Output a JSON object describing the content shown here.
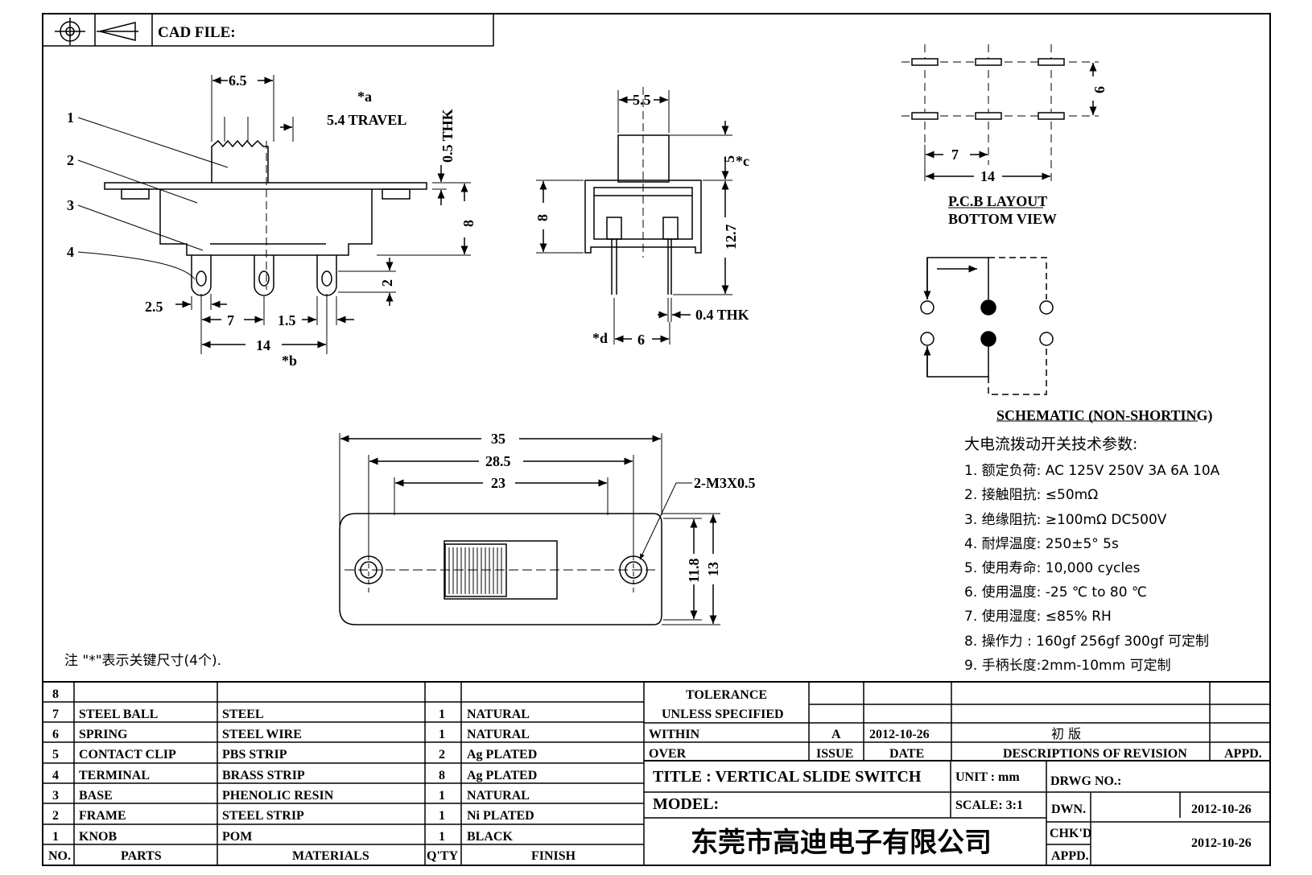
{
  "header": {
    "cad_file": "CAD FILE:"
  },
  "side_view": {
    "dim_6_5": "6.5",
    "travel": "5.4 TRAVEL",
    "mark_a": "*a",
    "thk_05": "0.5 THK",
    "dim_8": "8",
    "dim_2": "2",
    "dim_2_5": "2.5",
    "dim_7": "7",
    "dim_1_5": "1.5",
    "dim_14": "14",
    "mark_b": "*b",
    "labels": [
      "1",
      "2",
      "3",
      "4"
    ]
  },
  "end_view": {
    "dim_5_5": "5.5",
    "dim_5": "5",
    "mark_c": "*c",
    "dim_8": "8",
    "dim_12_7": "12.7",
    "thk_04": "0.4 THK",
    "dim_6": "6",
    "mark_d": "*d"
  },
  "pcb": {
    "dim_6": "6",
    "dim_7": "7",
    "dim_14": "14",
    "title": "P.C.B LAYOUT",
    "subtitle": "BOTTOM VIEW"
  },
  "schematic": {
    "title": "SCHEMATIC (NON-SHORTING)"
  },
  "specs": {
    "heading": "大电流拨动开关技术参数:",
    "items": [
      "1.  额定负荷: AC 125V 250V    3A    6A    10A",
      "2.    接触阻抗: ≤50mΩ",
      "3.  绝缘阻抗: ≥100mΩ   DC500V",
      "4.    耐焊温度: 250±5°  5s",
      "5.  使用寿命: 10,000 cycles",
      "6.    使用温度: -25 ℃  to 80 ℃",
      "7.  使用湿度: ≤85% RH",
      "8.    操作力 : 160gf    256gf    300gf  可定制",
      "9.  手柄长度:2mm-10mm   可定制"
    ]
  },
  "top_view": {
    "dim_35": "35",
    "dim_28_5": "28.5",
    "dim_23": "23",
    "thread": "2-M3X0.5",
    "dim_11_8": "11.8",
    "dim_13": "13"
  },
  "note": "注  \"*\"表示关键尺寸(4个).",
  "parts_table": {
    "rows": [
      {
        "no": "8",
        "part": "",
        "material": "",
        "qty": "",
        "finish": ""
      },
      {
        "no": "7",
        "part": "STEEL BALL",
        "material": "STEEL",
        "qty": "1",
        "finish": "NATURAL"
      },
      {
        "no": "6",
        "part": "SPRING",
        "material": "STEEL WIRE",
        "qty": "1",
        "finish": "NATURAL"
      },
      {
        "no": "5",
        "part": "CONTACT CLIP",
        "material": "PBS STRIP",
        "qty": "2",
        "finish": "Ag PLATED"
      },
      {
        "no": "4",
        "part": "TERMINAL",
        "material": "BRASS STRIP",
        "qty": "8",
        "finish": "Ag PLATED"
      },
      {
        "no": "3",
        "part": "BASE",
        "material": "PHENOLIC RESIN",
        "qty": "1",
        "finish": "NATURAL"
      },
      {
        "no": "2",
        "part": "FRAME",
        "material": "STEEL STRIP",
        "qty": "1",
        "finish": "Ni PLATED"
      },
      {
        "no": "1",
        "part": "KNOB",
        "material": "POM",
        "qty": "1",
        "finish": "BLACK"
      }
    ],
    "headers": {
      "no": "NO.",
      "part": "PARTS",
      "material": "MATERIALS",
      "qty": "Q'TY",
      "finish": "FINISH"
    }
  },
  "title_block": {
    "tolerance": "TOLERANCE",
    "unless": "UNLESS   SPECIFIED",
    "within": "WITHIN",
    "over": "OVER",
    "rev_issue": "A",
    "rev_date": "2012-10-26",
    "rev_desc": "初  版",
    "issue_h": "ISSUE",
    "date_h": "DATE",
    "desc_h": "DESCRIPTIONS OF REVISION",
    "appd_h": "APPD.",
    "title": "TITLE :   VERTICAL SLIDE SWITCH",
    "unit": "UNIT :  mm",
    "drwg": "DRWG NO.:",
    "model": "MODEL:",
    "scale": "SCALE:  3:1",
    "dwn": "DWN.",
    "dwn_date": "2012-10-26",
    "chkd": "CHK'D",
    "appd": "APPD.",
    "chk_date": "2012-10-26",
    "company": "东莞市高迪电子有限公司"
  }
}
